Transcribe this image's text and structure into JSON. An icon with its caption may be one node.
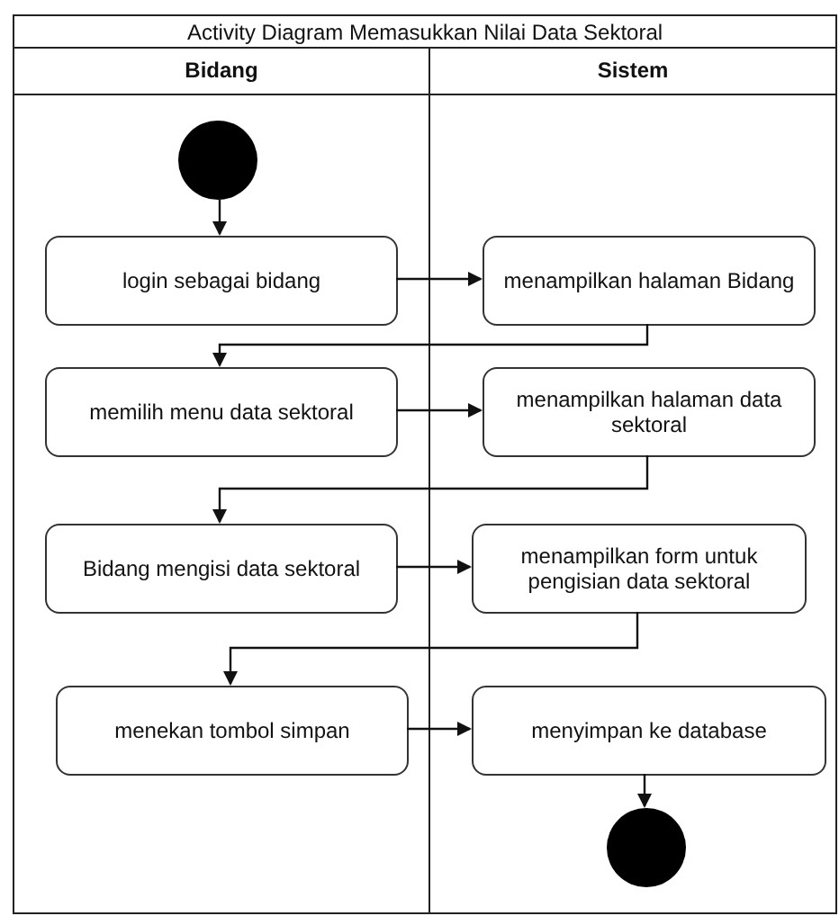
{
  "diagram": {
    "title": "Activity Diagram Memasukkan Nilai Data Sektoral",
    "nodes": [
      {
        "text": [
          "Bidang"
        ]
      },
      {
        "text": [
          "Sistem"
        ]
      },
      {
        "text": [],
        "shape": "circle",
        "in": 0
      },
      {
        "text": [
          "login sebagai bidang"
        ],
        "in": 0
      },
      {
        "text": [
          "menampilkan halaman Bidang"
        ],
        "in": 1
      },
      {
        "text": [
          "memilih menu data sektoral"
        ],
        "in": 0
      },
      {
        "text": [
          "menampilkan halaman data sektoral"
        ],
        "in": 1
      },
      {
        "text": [
          "Bidang mengisi data sektoral"
        ],
        "in": 0
      },
      {
        "text": [
          "menampilkan form untuk pengisian data sektoral"
        ],
        "in": 1
      },
      {
        "text": [
          "menekan tombol simpan"
        ],
        "in": 0
      },
      {
        "text": [
          "menyimpan ke database"
        ],
        "in": 1
      },
      {
        "text": [],
        "shape": "circle",
        "in": 1
      }
    ],
    "edges": [
      {
        "from": 2,
        "to": 3,
        "arrow": "to"
      },
      {
        "from": 3,
        "to": 4,
        "arrow": "to"
      },
      {
        "from": 4,
        "to": 5,
        "arrow": "to"
      },
      {
        "from": 5,
        "to": 6,
        "arrow": "to"
      },
      {
        "from": 6,
        "to": 7,
        "arrow": "to"
      },
      {
        "from": 7,
        "to": 8,
        "arrow": "to"
      },
      {
        "from": 8,
        "to": 9,
        "arrow": "to"
      },
      {
        "from": 9,
        "to": 10,
        "arrow": "to"
      },
      {
        "from": 10,
        "to": 11,
        "arrow": "to"
      }
    ]
  }
}
